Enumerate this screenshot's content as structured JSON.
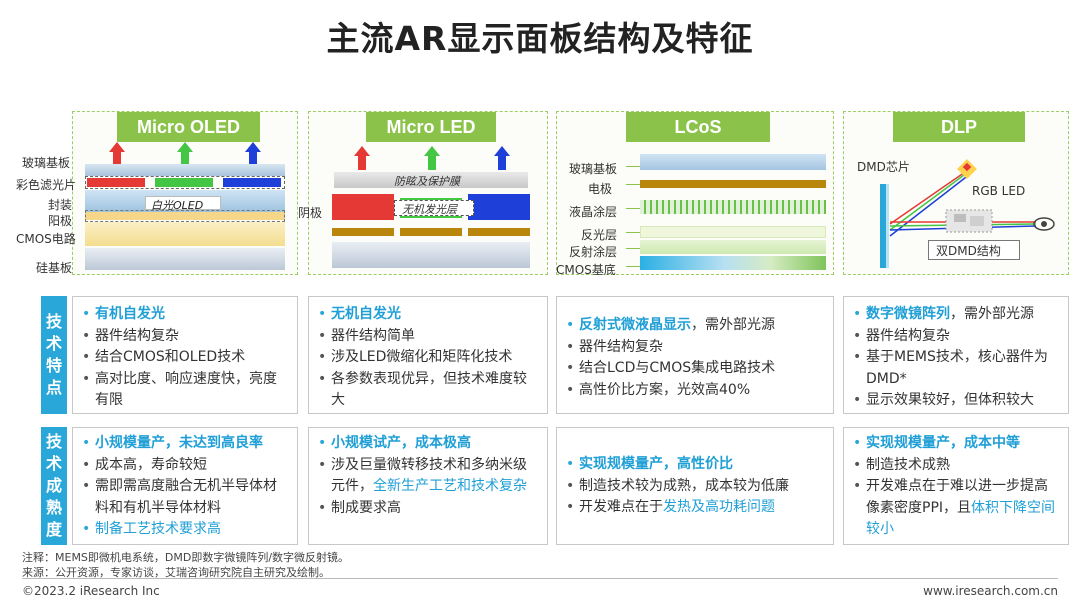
{
  "title": "主流AR显示面板结构及特征",
  "techs": [
    "Micro OLED",
    "Micro LED",
    "LCoS",
    "DLP"
  ],
  "oled": {
    "labels": [
      "玻璃基板",
      "彩色滤光片",
      "封装",
      "阳极",
      "CMOS电路",
      "硅基板"
    ],
    "center": "白光OLED",
    "right": "阴极"
  },
  "mled": {
    "top": "防眩及保护膜",
    "middle": "无机发光层"
  },
  "lcos": {
    "labels": [
      "玻璃基板",
      "电极",
      "液晶涂层",
      "反光层",
      "反射涂层",
      "CMOS基底"
    ]
  },
  "dlp": {
    "chip": "DMD芯片",
    "rgb": "RGB LED",
    "dual": "双DMD结构"
  },
  "side_labels": {
    "features": "技术特点",
    "maturity": "技术成熟度"
  },
  "features": {
    "oled": {
      "hl": "有机自发光",
      "items": [
        "器件结构复杂",
        "结合CMOS和OLED技术",
        "高对比度、响应速度快，亮度有限"
      ]
    },
    "mled": {
      "hl": "无机自发光",
      "items": [
        "器件结构简单",
        "涉及LED微缩化和矩阵化技术",
        "各参数表现优异，但技术难度较大"
      ]
    },
    "lcos": {
      "hl": "反射式微液晶显示",
      "hl_rest": "，需外部光源",
      "items": [
        "器件结构复杂",
        "结合LCD与CMOS集成电路技术",
        "高性价比方案，光效高40%"
      ]
    },
    "dlp": {
      "hl": "数字微镜阵列",
      "hl_rest": "，需外部光源",
      "items": [
        "器件结构复杂",
        "基于MEMS技术，核心器件为DMD*",
        "显示效果较好，但体积较大"
      ]
    }
  },
  "maturity": {
    "oled": {
      "hl": "小规模量产，未达到高良率",
      "items": [
        "成本高，寿命较短",
        "需即需高度融合无机半导体材料和有机半导体材料"
      ],
      "last_hl": "制备工艺技术要求高"
    },
    "mled": {
      "hl": "小规模试产，成本极高",
      "item1": "涉及巨量微转移技术和多纳米级元件，",
      "item1_hl": "全新生产工艺和技术复杂",
      "item2": "制成要求高"
    },
    "lcos": {
      "hl": "实现规模量产，高性价比",
      "item1": "制造技术较为成熟，成本较为低廉",
      "item2_pre": "开发难点在于",
      "item2_hl": "发热及高功耗问题"
    },
    "dlp": {
      "hl": "实现规模量产，成本中等",
      "item1": "制造技术成熟",
      "item2_pre": "开发难点在于难以进一步提高像素密度PPI，且",
      "item2_hl": "体积下降空间较小"
    }
  },
  "notes": [
    "注释：MEMS即微机电系统，DMD即数字微镜阵列/数字微反射镜。",
    "来源：公开资源，专家访谈，艾瑞咨询研究院自主研究及绘制。"
  ],
  "footer": {
    "left": "©2023.2 iResearch Inc",
    "right": "www.iresearch.com.cn"
  },
  "colors": {
    "green": "#8bc34a",
    "blue": "#29a7d8",
    "red": "#e53935",
    "arrow_green": "#43c643",
    "arrow_blue": "#1e3fd8"
  }
}
